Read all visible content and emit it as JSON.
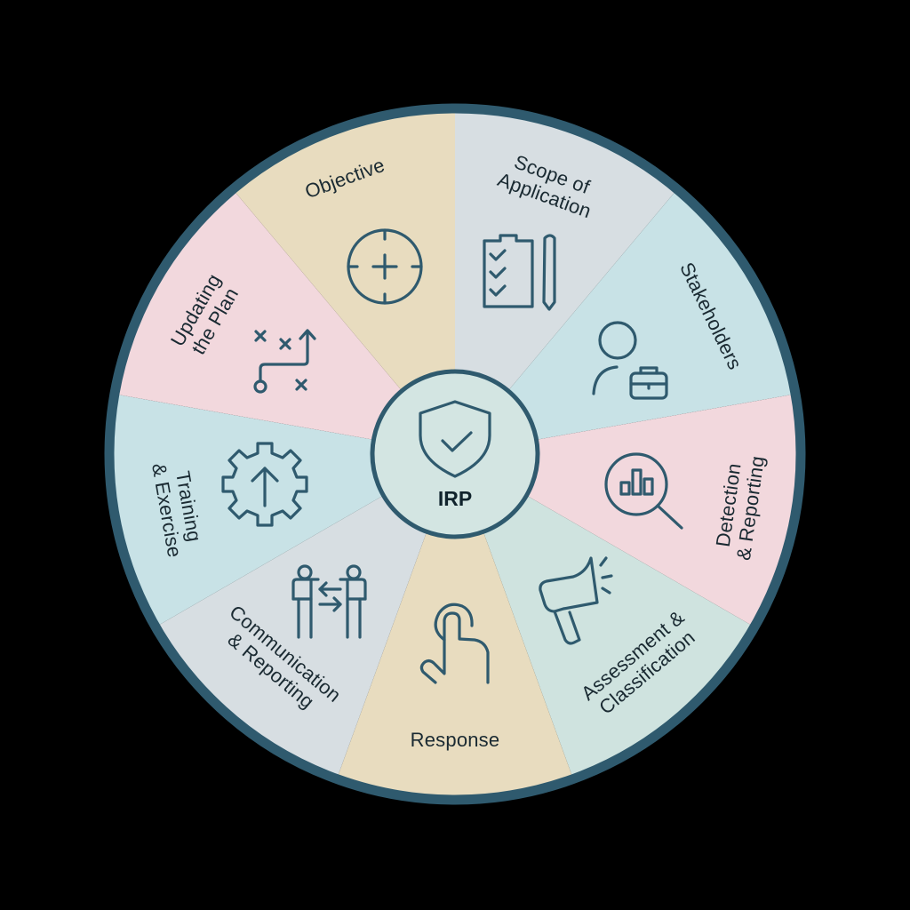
{
  "diagram": {
    "title": "IRP",
    "center_icon": "shield-check-icon",
    "colors": {
      "ring": "#2f5a6e",
      "icon_stroke": "#2f5a6e",
      "text": "#1a2a32",
      "center_fill": "#d3e5e2",
      "background": "#000000"
    },
    "segments": [
      {
        "id": "scope",
        "lines": [
          "Scope of",
          "Application"
        ],
        "icon": "clipboard-checklist-icon",
        "color": "#d7dee2"
      },
      {
        "id": "stakeholders",
        "lines": [
          "Stakeholders"
        ],
        "icon": "person-briefcase-icon",
        "color": "#c8e2e6"
      },
      {
        "id": "detection",
        "lines": [
          "Detection",
          "& Reporting"
        ],
        "icon": "magnifier-chart-icon",
        "color": "#f2d8dd"
      },
      {
        "id": "assessment",
        "lines": [
          "Assessment &",
          "Classification"
        ],
        "icon": "megaphone-icon",
        "color": "#cfe3df"
      },
      {
        "id": "response",
        "lines": [
          "Response"
        ],
        "icon": "tap-hand-icon",
        "color": "#e8dcbf"
      },
      {
        "id": "communication",
        "lines": [
          "Communication",
          "& Reporting"
        ],
        "icon": "people-exchange-icon",
        "color": "#d7dee2"
      },
      {
        "id": "training",
        "lines": [
          "Training",
          "& Exercise"
        ],
        "icon": "gear-arrow-up-icon",
        "color": "#c8e2e6"
      },
      {
        "id": "updating",
        "lines": [
          "Updating",
          "the Plan"
        ],
        "icon": "strategy-play-icon",
        "color": "#f2d8dd"
      },
      {
        "id": "objective",
        "lines": [
          "Objective"
        ],
        "icon": "crosshair-target-icon",
        "color": "#e8dcbf"
      }
    ]
  }
}
